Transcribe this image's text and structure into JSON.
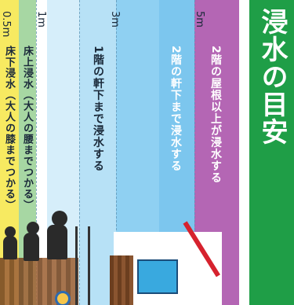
{
  "title": "浸水の目安",
  "levels": [
    {
      "label": "2階の屋根以上が浸水する"
    },
    {
      "label": "2階の軒下まで浸水する"
    },
    {
      "label": "1階の軒下まで浸水する"
    },
    {
      "label": "床上浸水（大人の腰までつかる）"
    },
    {
      "label": "床下浸水（大人の膝までつかる）"
    }
  ],
  "scale": {
    "m5": "5m",
    "m3": "3m",
    "m1": "1m",
    "m05": "0.5m"
  },
  "colors": {
    "title_bg": "#1f9e47",
    "purple": "#b466b4",
    "blue": "#7cc6ee",
    "green": "#a7d7a3",
    "yellow": "#f7ea61",
    "roof": "#d6222e"
  }
}
